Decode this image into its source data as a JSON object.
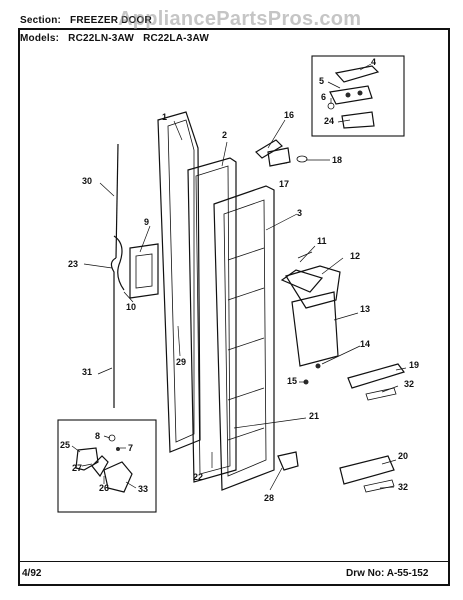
{
  "header": {
    "section_label": "Section:",
    "section_value": "FREEZER DOOR",
    "models_label": "Models:",
    "model_1": "RC22LN-3AW",
    "model_2": "RC22LA-3AW"
  },
  "watermark": "AppliancePartsPros.com",
  "footer": {
    "date": "4/92",
    "drawing_number": "Drw No: A-55-152"
  },
  "callouts": [
    "1",
    "2",
    "3",
    "4",
    "5",
    "6",
    "7",
    "8",
    "9",
    "10",
    "11",
    "12",
    "13",
    "14",
    "15",
    "16",
    "17",
    "18",
    "19",
    "20",
    "21",
    "22",
    "23",
    "24",
    "25",
    "26",
    "27",
    "28",
    "29",
    "30",
    "31",
    "32",
    "32",
    "33"
  ]
}
